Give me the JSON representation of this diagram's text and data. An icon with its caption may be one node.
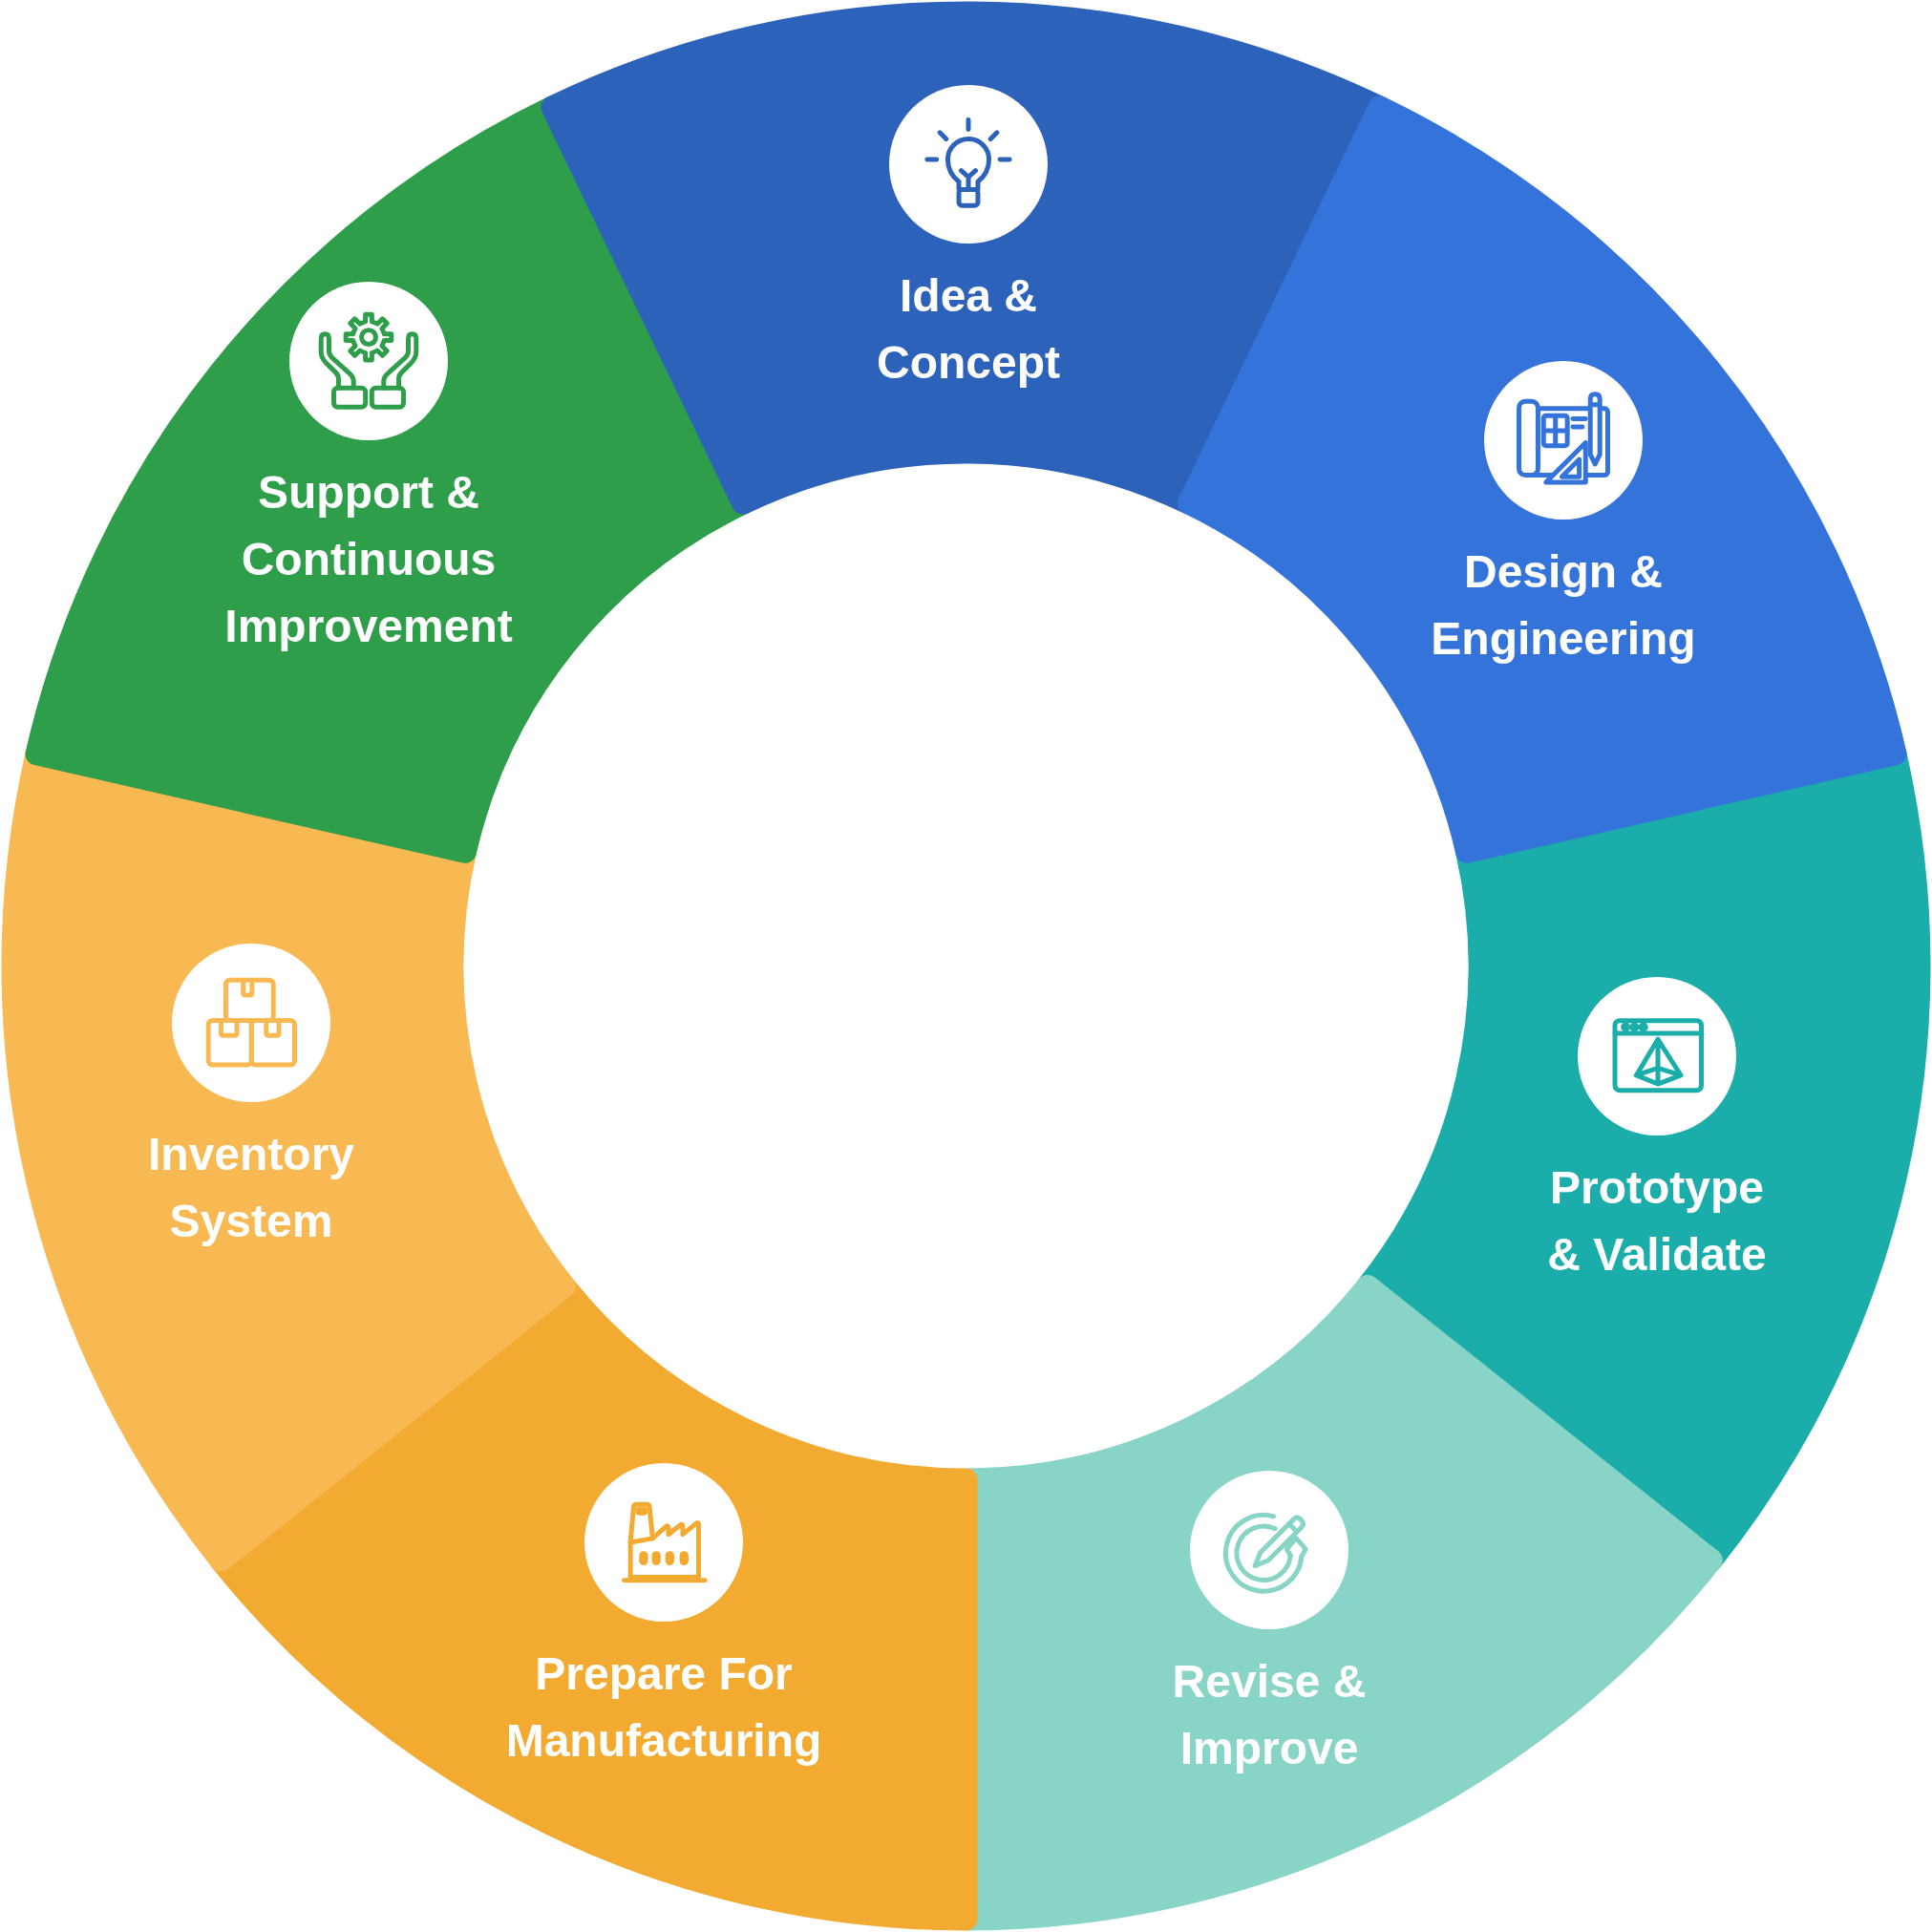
{
  "diagram": {
    "nodes": [
      {
        "text": [
          "Idea & Concept"
        ]
      },
      {
        "text": [
          "Design & Engineering"
        ]
      },
      {
        "text": [
          "Prototype & Validate"
        ]
      },
      {
        "text": [
          "Revise & Improve"
        ]
      },
      {
        "text": [
          "Prepare For Manufacturing"
        ]
      },
      {
        "text": [
          "Inventory System"
        ]
      },
      {
        "text": [
          "Support & Continuous Improvement"
        ]
      }
    ]
  }
}
